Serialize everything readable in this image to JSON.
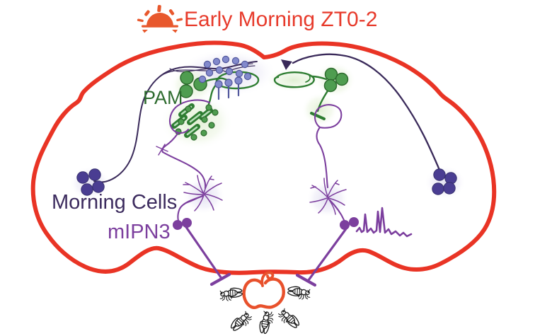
{
  "title": {
    "icon": "rising-sun-icon",
    "text": "Early Morning ZT0-2"
  },
  "labels": {
    "pam": "PAM",
    "morning_cells": "Morning Cells",
    "mipn3": "mIPN3"
  },
  "colors": {
    "outline_red": "#e93425",
    "title_red": "#e73a2b",
    "apple_orange": "#e8512c",
    "pam_green_text": "#2d6b2e",
    "soma_green": "#4f9d50",
    "morning_text_indigo": "#3c2b5e",
    "cluster_indigo": "#4a3d92",
    "mipn3_purple": "#7c3f9e",
    "release_site_blue": "#8289cc",
    "fly_black": "#1a1a1a"
  }
}
